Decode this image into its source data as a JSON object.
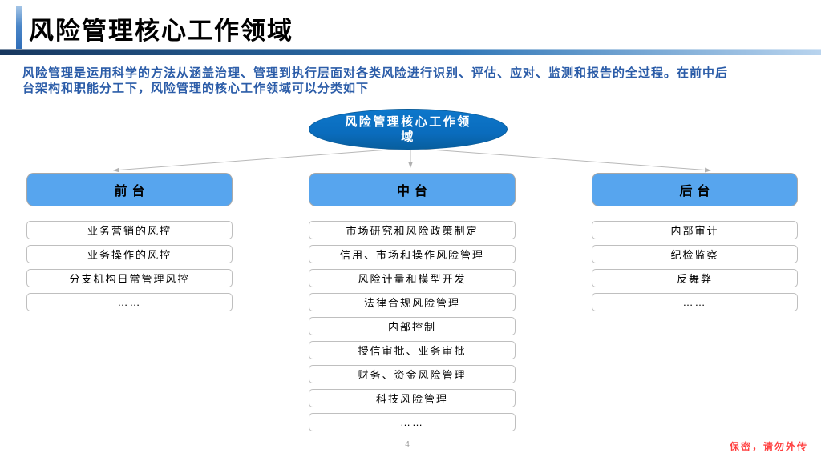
{
  "header": {
    "title": "风险管理核心工作领域"
  },
  "intro": {
    "line1": "风险管理是运用科学的方法从涵盖治理、管理到执行层面对各类风险进行识别、评估、应对、监测和报告的全过程。在前中后",
    "line2": "台架构和职能分工下，风险管理的核心工作领域可以分类如下"
  },
  "diagram": {
    "root": "风险管理核心工作领域",
    "columns": [
      {
        "header": "前台",
        "items": [
          "业务营销的风控",
          "业务操作的风控",
          "分支机构日常管理风控",
          "……"
        ]
      },
      {
        "header": "中台",
        "items": [
          "市场研究和风险政策制定",
          "信用、市场和操作风险管理",
          "风险计量和模型开发",
          "法律合规风险管理",
          "内部控制",
          "授信审批、业务审批",
          "财务、资金风险管理",
          "科技风险管理",
          "……"
        ]
      },
      {
        "header": "后台",
        "items": [
          "内部审计",
          "纪检监察",
          "反舞弊",
          "……"
        ]
      }
    ]
  },
  "footer": {
    "page_number": "4",
    "note": "保密，请勿外传"
  },
  "colors": {
    "ellipse_fill": "#0a6cbd",
    "column_header_fill": "#57a5ee",
    "intro_text": "#2b5ca8",
    "title_rule_dark": "#17375e",
    "title_rule_light": "#b9d4ee",
    "connector": "#b3b3b3",
    "note_red": "#ff4040"
  }
}
